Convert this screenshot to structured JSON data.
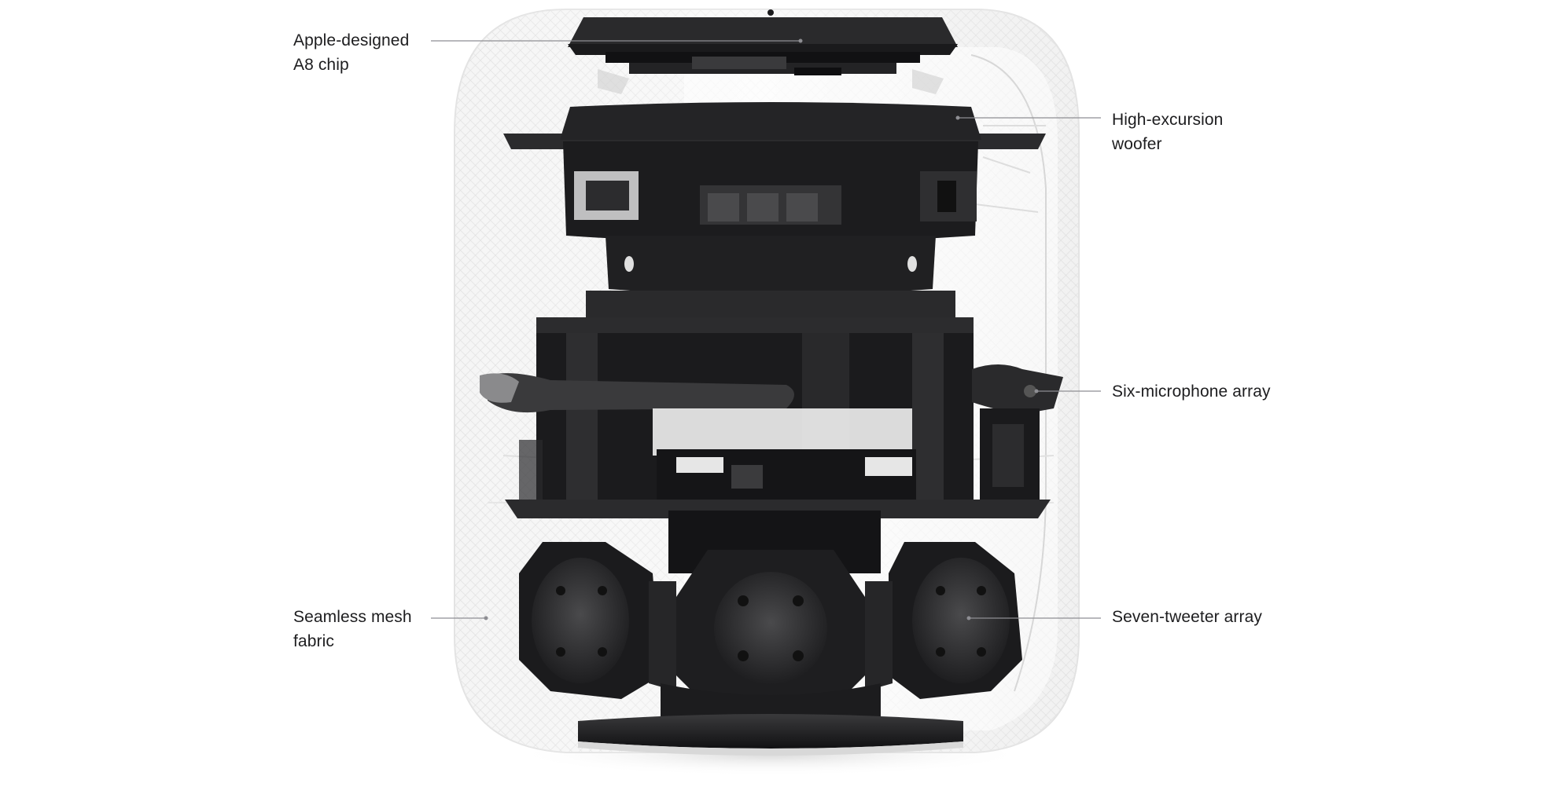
{
  "labels": {
    "a8_chip": {
      "line1": "Apple-designed",
      "line2": "A8 chip"
    },
    "woofer": {
      "line1": "High-excursion",
      "line2": "woofer"
    },
    "microphones": {
      "line1": "Six-microphone array"
    },
    "mesh": {
      "line1": "Seamless mesh",
      "line2": "fabric"
    },
    "tweeters": {
      "line1": "Seven-tweeter array"
    }
  },
  "colors": {
    "background": "#ffffff",
    "text": "#1d1d1f",
    "leader_line": "#8e8e93",
    "component_dark": "#1c1c1e",
    "component_mid": "#2c2c2e",
    "mesh_shell": "#f2f2f2"
  }
}
